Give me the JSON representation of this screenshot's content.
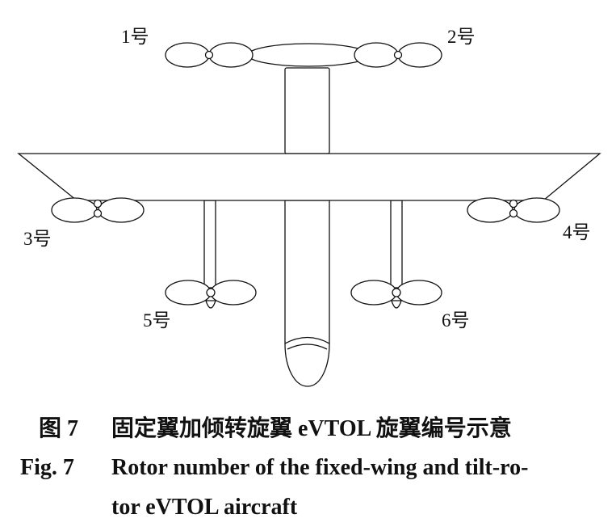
{
  "labels": {
    "rotor1": "1号",
    "rotor2": "2号",
    "rotor3": "3号",
    "rotor4": "4号",
    "rotor5": "5号",
    "rotor6": "6号"
  },
  "caption_cn": {
    "number": "图 7",
    "text": "固定翼加倾转旋翼 eVTOL 旋翼编号示意"
  },
  "caption_en": {
    "number": "Fig. 7",
    "line1": "Rotor number of the fixed-wing and tilt-ro-",
    "line2": "tor eVTOL aircraft"
  }
}
